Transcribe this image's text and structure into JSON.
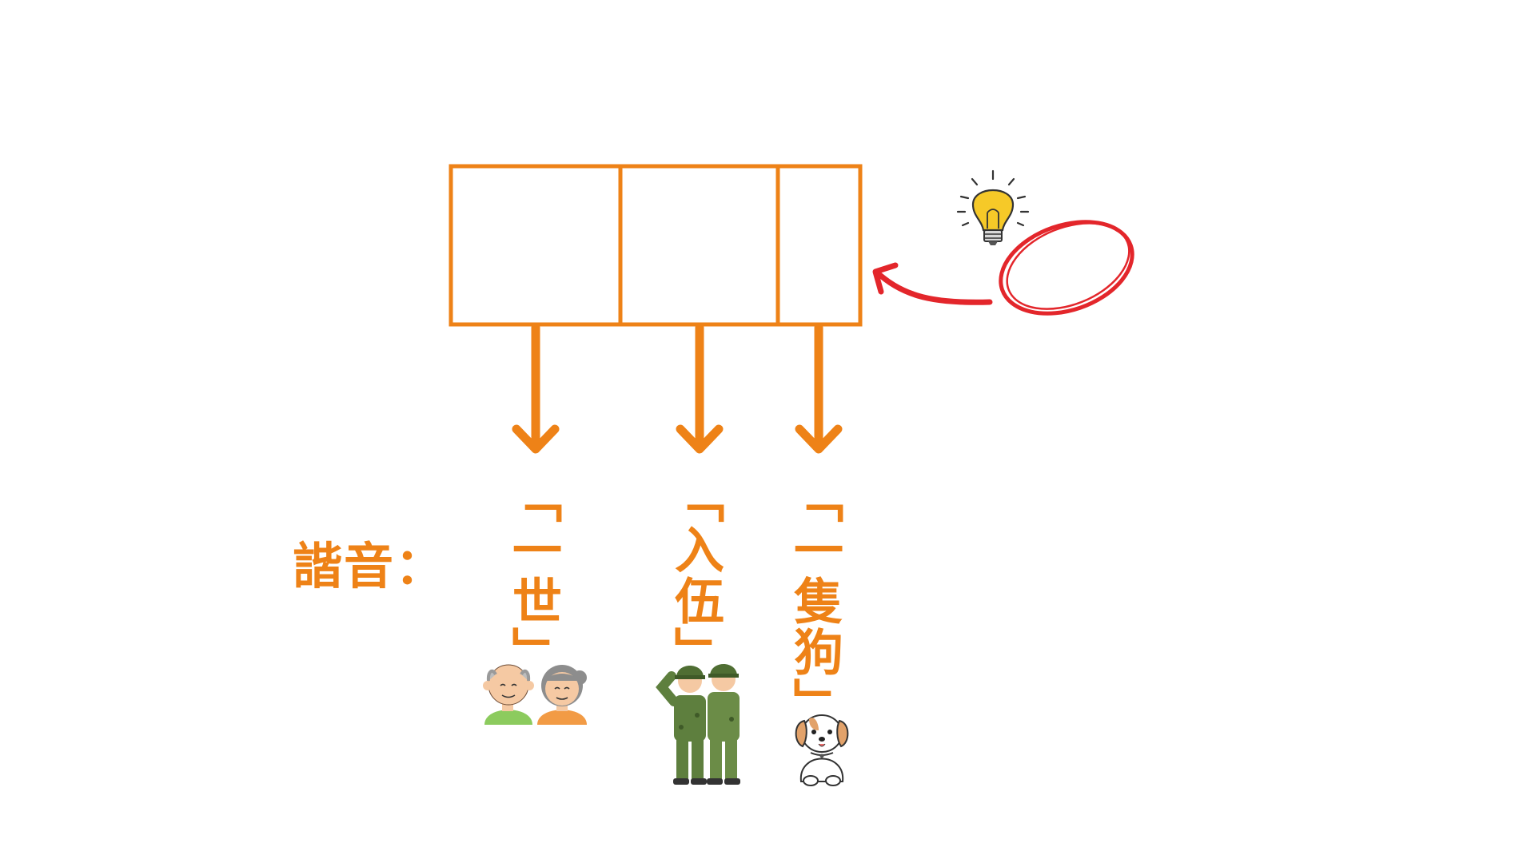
{
  "colors": {
    "accent_orange": "#EE8217",
    "marker_red": "#E3262B",
    "bulb_yellow": "#F6C928",
    "army_green": "#5E7F3E",
    "skin": "#F5C9A3"
  },
  "diagram": {
    "boxes": [
      {
        "id": "box-1"
      },
      {
        "id": "box-2"
      },
      {
        "id": "box-3"
      }
    ],
    "hint_icon": "lightbulb-icon",
    "circle_mark": "red-circle-mark"
  },
  "homophone": {
    "prefix": "諧音：",
    "phrases": [
      {
        "text": "「一世」",
        "icon": "elderly-couple-icon"
      },
      {
        "text": "「入伍」",
        "icon": "soldiers-saluting-icon"
      },
      {
        "text": "「一隻狗」",
        "icon": "puppy-icon"
      }
    ]
  }
}
